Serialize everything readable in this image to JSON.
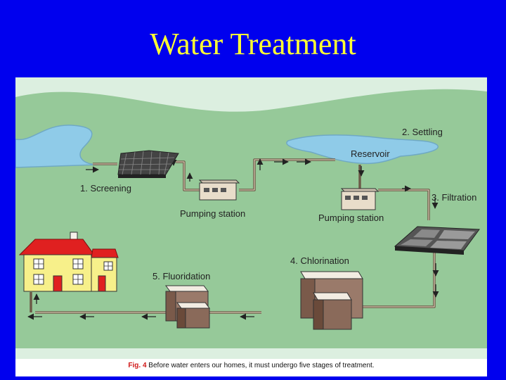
{
  "slide": {
    "title": "Water Treatment"
  },
  "diagram": {
    "stages": {
      "screening": "1. Screening",
      "settling": "2. Settling",
      "filtration": "3. Filtration",
      "chlorination": "4. Chlorination",
      "fluoridation": "5. Fluoridation"
    },
    "reservoir": "Reservoir",
    "pumping_station_1": "Pumping station",
    "pumping_station_2": "Pumping station",
    "caption_prefix": "Fig. 4",
    "caption_text": " Before water enters our homes, it must undergo five stages of treatment."
  },
  "colors": {
    "background": "#0000ee",
    "title": "#ffff33",
    "land": "#96c999",
    "hills": "#dcefe0",
    "water": "#8fcbe8",
    "pipe": "#6d5a48",
    "house_wall": "#f7f08a",
    "roof": "#e02020"
  }
}
